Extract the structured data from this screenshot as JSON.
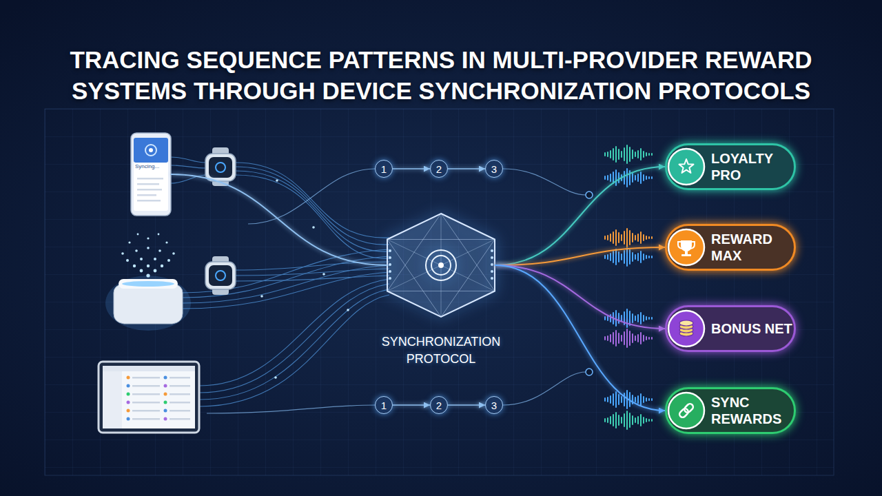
{
  "diagram": {
    "title": "TRACING SEQUENCE PATTERNS IN MULTI-PROVIDER REWARD SYSTEMS THROUGH DEVICE SYNCHRONIZATION PROTOCOLS",
    "nodes": [
      {
        "text": [
          "Syncing..."
        ]
      },
      {
        "text": [
          "1"
        ]
      },
      {
        "text": [
          "2"
        ]
      },
      {
        "text": [
          "3"
        ]
      },
      {
        "text": [
          "SYNCHRONIZATION PROTOCOL"
        ]
      },
      {
        "text": [
          "1"
        ]
      },
      {
        "text": [
          "2"
        ]
      },
      {
        "text": [
          "3"
        ]
      },
      {
        "text": [
          "LOYALTY PRO"
        ]
      },
      {
        "text": [
          "REWARD MAX"
        ]
      },
      {
        "text": [
          "BONUS NET"
        ]
      },
      {
        "text": [
          "SYNC REWARDS"
        ]
      }
    ],
    "edges": [
      {
        "from": 1,
        "to": 2,
        "arrow": "to"
      },
      {
        "from": 2,
        "to": 3,
        "arrow": "to"
      },
      {
        "from": 5,
        "to": 6,
        "arrow": "to"
      },
      {
        "from": 6,
        "to": 7,
        "arrow": "to"
      },
      {
        "from": 0,
        "to": 4,
        "arrow": "none"
      },
      {
        "from": 4,
        "to": 8,
        "arrow": "to"
      },
      {
        "from": 4,
        "to": 9,
        "arrow": "to"
      },
      {
        "from": 4,
        "to": 10,
        "arrow": "to"
      },
      {
        "from": 4,
        "to": 11,
        "arrow": "to"
      }
    ]
  }
}
